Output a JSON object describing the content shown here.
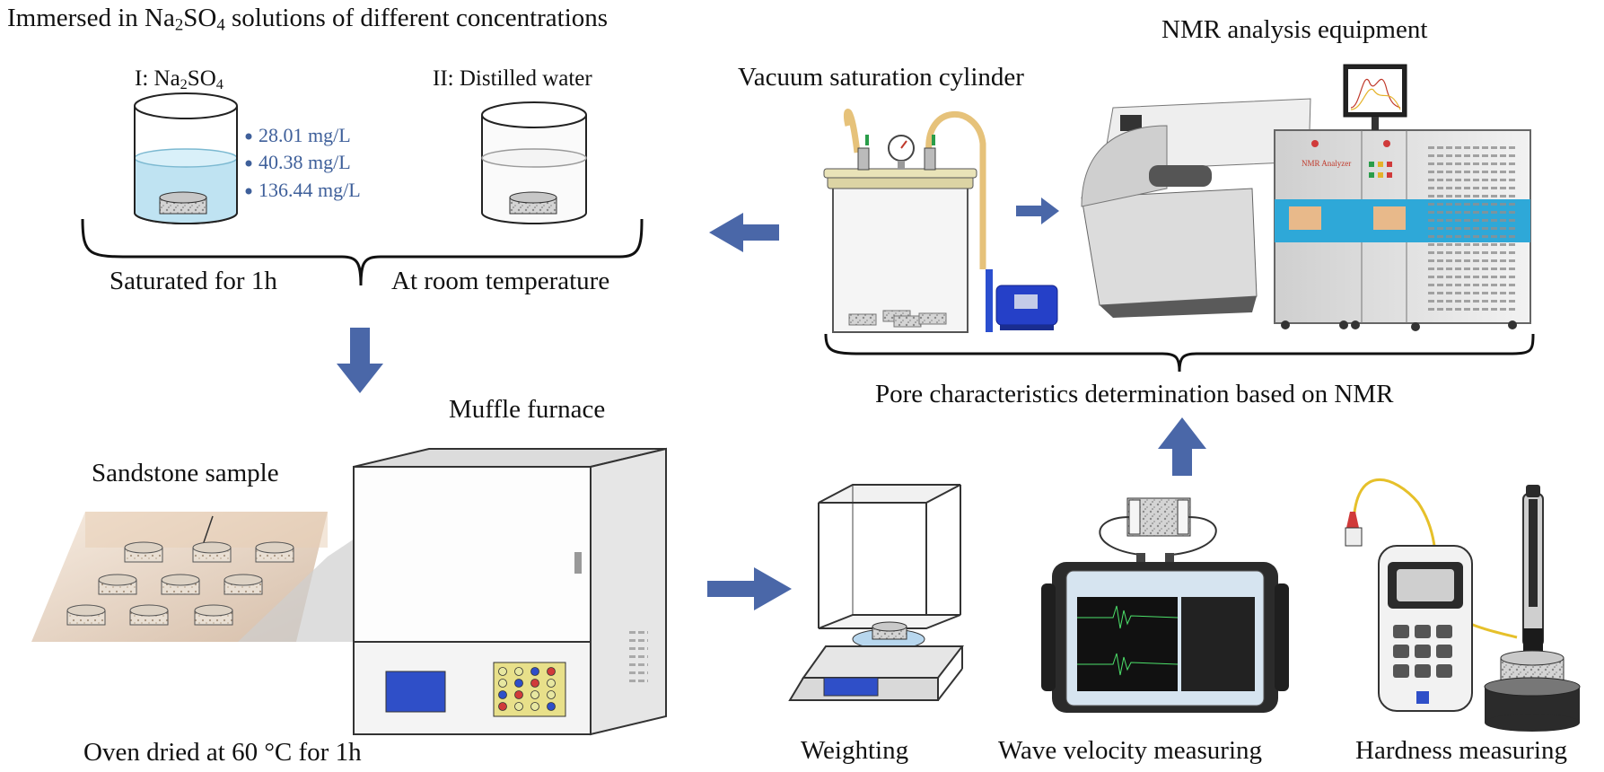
{
  "top_left": {
    "title_prefix": "Immersed in Na",
    "title_sub1": "2",
    "title_mid": "SO",
    "title_sub2": "4",
    "title_suffix": " solutions of different concentrations",
    "beaker1_prefix": "I: Na",
    "beaker1_sub1": "2",
    "beaker1_mid": "SO",
    "beaker1_sub2": "4",
    "beaker2_label": "II: Distilled water",
    "concentrations": [
      "28.01 mg/L",
      "40.38 mg/L",
      "136.44 mg/L"
    ],
    "brace_left": "Saturated for 1h",
    "brace_right": "At room temperature"
  },
  "top_right": {
    "vacuum_label": "Vacuum saturation cylinder",
    "nmr_label": "NMR analysis equipment",
    "nmr_panel_text": "NMR Analyzer",
    "brace_caption": "Pore characteristics determination based on NMR"
  },
  "bottom_left": {
    "sample_label": "Sandstone sample",
    "furnace_label": "Muffle furnace",
    "oven_caption": "Oven dried at 60 °C for 1h"
  },
  "bottom_right": {
    "weighting_label": "Weighting",
    "wave_label": "Wave velocity measuring",
    "hardness_label": "Hardness measuring"
  },
  "colors": {
    "arrow": "#4a67a8",
    "water": "#bfe3f2",
    "nmr_band": "#2ea8d8",
    "concentration_text": "#3e5f9a"
  }
}
